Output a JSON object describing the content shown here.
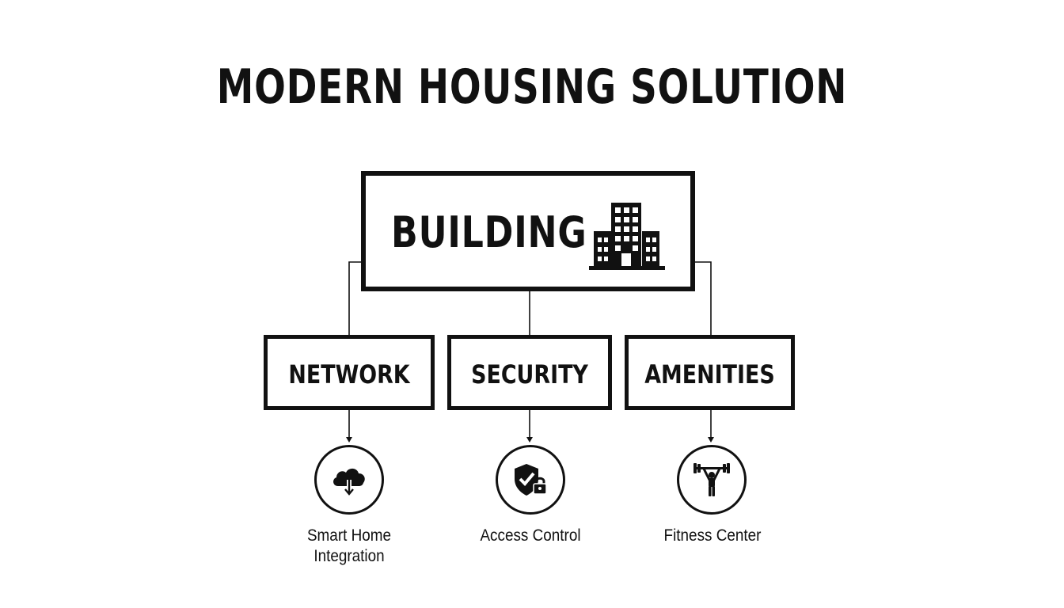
{
  "title": "MODERN HOUSING SOLUTION",
  "root": {
    "label": "BUILDING",
    "icon": "office-building-icon"
  },
  "children": [
    {
      "label": "NETWORK",
      "icon": "cloud-download-icon",
      "caption_lines": [
        "Smart Home",
        "Integration"
      ]
    },
    {
      "label": "SECURITY",
      "icon": "shield-check-lock-icon",
      "caption_lines": [
        "Access Control"
      ]
    },
    {
      "label": "AMENITIES",
      "icon": "weightlifter-icon",
      "caption_lines": [
        "Fitness Center"
      ]
    }
  ],
  "colors": {
    "ink": "#111111",
    "background": "#ffffff"
  }
}
